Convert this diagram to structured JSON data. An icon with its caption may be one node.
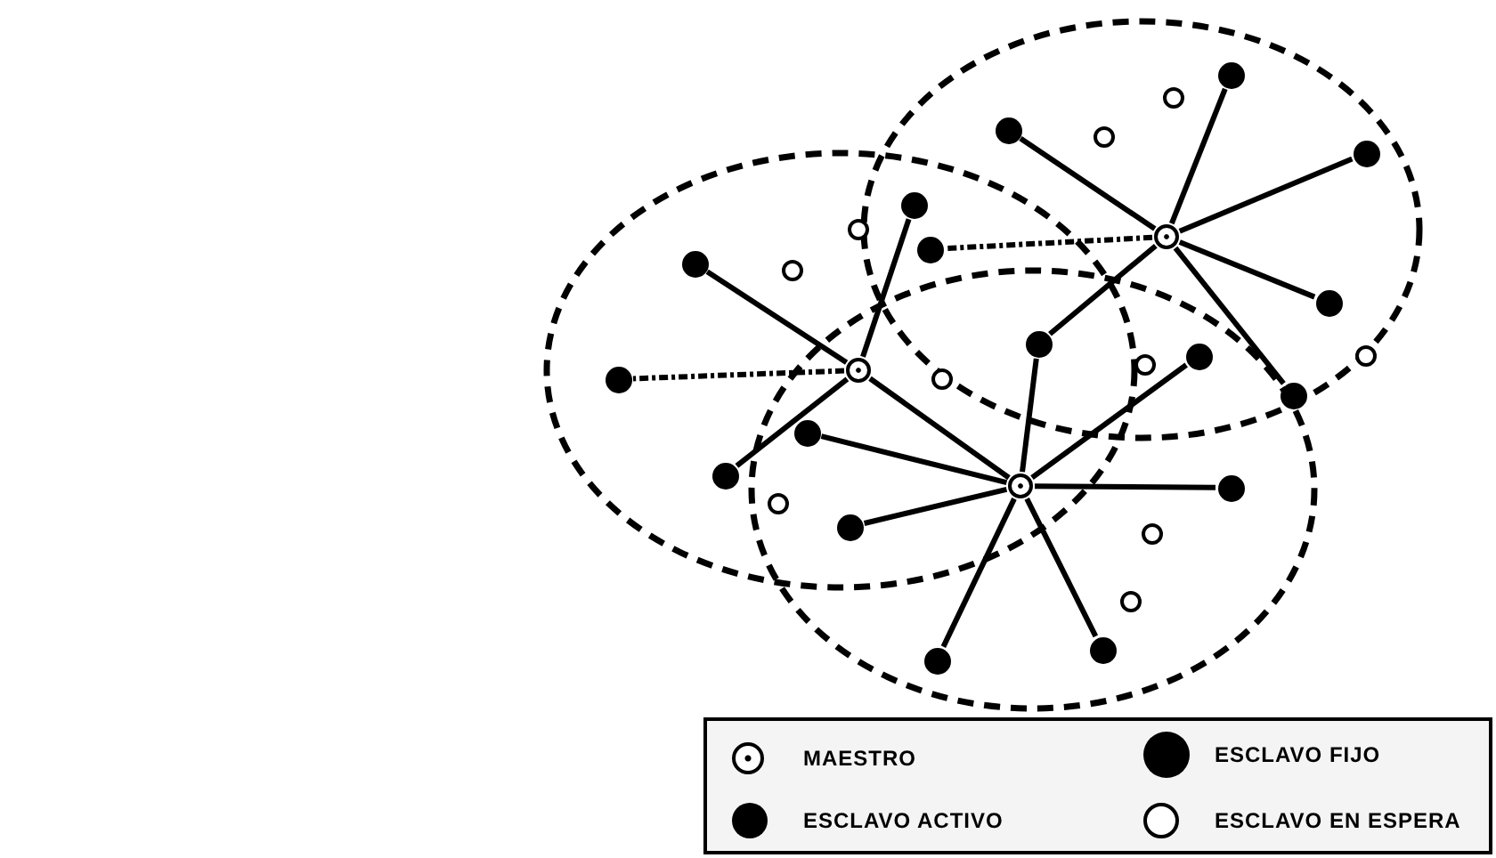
{
  "diagram": {
    "nodes": [
      {
        "text": [],
        "shape": "circle"
      },
      {
        "text": [],
        "shape": "circle"
      },
      {
        "text": [],
        "shape": "circle"
      },
      {
        "text": [],
        "shape": "circle",
        "in": 0
      },
      {
        "text": [],
        "shape": "circle",
        "in": 0
      },
      {
        "text": [],
        "shape": "circle",
        "in": 0
      },
      {
        "text": [],
        "shape": "circle",
        "in": 0
      },
      {
        "text": [],
        "shape": "circle",
        "in": 0
      },
      {
        "text": [],
        "shape": "circle",
        "in": 0
      },
      {
        "text": [],
        "shape": "circle",
        "in": 0
      },
      {
        "text": [],
        "shape": "circle",
        "in": 0
      },
      {
        "text": [],
        "shape": "circle",
        "in": 0
      },
      {
        "text": [],
        "shape": "circle"
      },
      {
        "text": [],
        "shape": "circle",
        "in": 1
      },
      {
        "text": [],
        "shape": "circle",
        "in": 1
      },
      {
        "text": [],
        "shape": "circle",
        "in": 1
      },
      {
        "text": [],
        "shape": "circle",
        "in": 1
      },
      {
        "text": [],
        "shape": "circle",
        "in": 1
      },
      {
        "text": [],
        "shape": "circle",
        "in": 2
      },
      {
        "text": [],
        "shape": "circle",
        "in": 2
      },
      {
        "text": [],
        "shape": "circle",
        "in": 2
      },
      {
        "text": [],
        "shape": "circle",
        "in": 2
      },
      {
        "text": [],
        "shape": "circle",
        "in": 2
      },
      {
        "text": [],
        "shape": "circle"
      },
      {
        "text": [],
        "shape": "circle"
      },
      {
        "text": [],
        "shape": "circle"
      },
      {
        "text": [],
        "shape": "circle"
      },
      {
        "text": [],
        "shape": "circle"
      },
      {
        "text": [],
        "shape": "circle"
      },
      {
        "text": [],
        "shape": "circle"
      },
      {
        "text": [],
        "shape": "circle"
      },
      {
        "text": [],
        "shape": "circle"
      },
      {
        "text": [],
        "shape": "circle"
      }
    ],
    "edges": [
      {
        "from": 3,
        "to": 4,
        "arrow": "none"
      },
      {
        "from": 3,
        "to": 5,
        "arrow": "none"
      },
      {
        "from": 3,
        "to": 6,
        "arrow": "none"
      },
      {
        "from": 3,
        "to": 7,
        "arrow": "none"
      },
      {
        "from": 3,
        "to": 24,
        "arrow": "none",
        "style": "dashed"
      },
      {
        "from": 3,
        "to": 26,
        "arrow": "none"
      },
      {
        "from": 3,
        "to": 11,
        "arrow": "none"
      },
      {
        "from": 12,
        "to": 25,
        "arrow": "none"
      },
      {
        "from": 12,
        "to": 13,
        "arrow": "none"
      },
      {
        "from": 12,
        "to": 14,
        "arrow": "none",
        "style": "dashed"
      },
      {
        "from": 12,
        "to": 17,
        "arrow": "none"
      },
      {
        "from": 12,
        "to": 23,
        "arrow": "none"
      },
      {
        "from": 23,
        "to": 28,
        "arrow": "none"
      },
      {
        "from": 23,
        "to": 29,
        "arrow": "none"
      },
      {
        "from": 23,
        "to": 18,
        "arrow": "none"
      },
      {
        "from": 23,
        "to": 19,
        "arrow": "none"
      },
      {
        "from": 23,
        "to": 22,
        "arrow": "none"
      },
      {
        "from": 23,
        "to": 31,
        "arrow": "none"
      },
      {
        "from": 23,
        "to": 26,
        "arrow": "none"
      }
    ],
    "legend": [
      {
        "text": "MAESTRO"
      },
      {
        "text": "ESCLAVO FIJO"
      },
      {
        "text": "ESCLAVO ACTIVO"
      },
      {
        "text": "ESCLAVO EN ESPERA"
      }
    ]
  }
}
